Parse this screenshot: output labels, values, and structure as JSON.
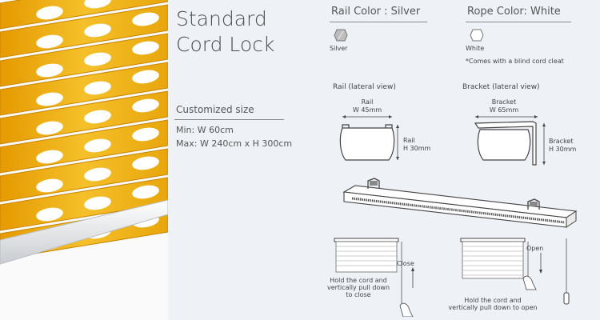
{
  "product": {
    "title_line1": "Standard",
    "title_line2": "Cord Lock"
  },
  "size": {
    "heading": "Customized size",
    "min": "Min: W 60cm",
    "max": "Max: W 240cm x H 300cm"
  },
  "rail_color": {
    "heading": "Rail Color : Silver",
    "swatch_label": "Silver",
    "swatch_color": "#bdbdbd"
  },
  "rope_color": {
    "heading": "Rope Color: White",
    "swatch_label": "White",
    "note": "*Comes with a blind cord cleat",
    "swatch_color": "#ffffff"
  },
  "rail_view": {
    "title": "Rail (lateral view)",
    "width_label": "Rail",
    "width_value": "W 45mm",
    "height_label": "Rail",
    "height_value": "H 30mm"
  },
  "bracket_view": {
    "title": "Bracket (lateral view)",
    "width_label": "Bracket",
    "width_value": "W 65mm",
    "height_label": "Bracket",
    "height_value": "H 30mm"
  },
  "operation": {
    "close_label": "Close",
    "close_caption_1": "Hold the cord and",
    "close_caption_2": "vertically pull down",
    "close_caption_3": "to close",
    "open_label": "Open",
    "open_caption_1": "Hold the cord and",
    "open_caption_2": "vertically pull down to open"
  },
  "colors": {
    "fabric": "#e8a60c",
    "panel_bg": "#eef2f6"
  }
}
